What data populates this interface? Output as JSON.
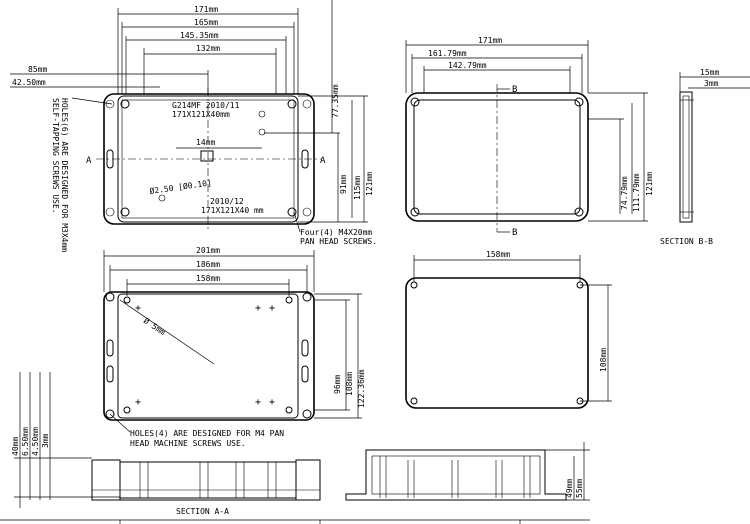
{
  "top_left_view": {
    "dims": {
      "w171": "171mm",
      "w165": "165mm",
      "w145": "145.35mm",
      "w132": "132mm",
      "w85": "85mm",
      "w42": "42.50mm",
      "h77": "77.35mm",
      "h91": "91mm",
      "h115": "115mm",
      "h121": "121mm",
      "w14": "14mm",
      "dia": "Ø2.50 [Ø0.10]"
    },
    "label_top": "G214MF 2010/11",
    "label_top2": "171X121X40mm",
    "label_bottom": "2010/12",
    "label_bottom2": "171X121X40 mm",
    "section_marker": "A",
    "note_holes": "HOLES(6) ARE DESIGNED FOR M3X4mm",
    "note_holes2": "SELF-TAPPING SCREWS USE.",
    "note_screws": "Four(4) M4X20mm",
    "note_screws2": "PAN HEAD SCREWS."
  },
  "top_right_view": {
    "dims": {
      "w171": "171mm",
      "w161": "161.79mm",
      "w142": "142.79mm",
      "h74": "74.79mm",
      "h111": "111.79mm",
      "h121": "121mm"
    },
    "section_marker": "B"
  },
  "section_bb": {
    "dims": {
      "w15": "15mm",
      "w3": "3mm"
    },
    "title": "SECTION B-B"
  },
  "mid_left_view": {
    "dims": {
      "w201": "201mm",
      "w186": "186mm",
      "w158": "158mm",
      "dia5": "Ø 5mm",
      "h96": "96mm",
      "h108": "108mm",
      "h122": "122.36mm"
    },
    "note_holes": "HOLES(4) ARE DESIGNED FOR M4 PAN",
    "note_holes2": "HEAD MACHINE SCREWS USE."
  },
  "mid_right_view": {
    "dims": {
      "w158": "158mm",
      "h108": "108mm"
    }
  },
  "section_aa": {
    "dims": {
      "h40": "40mm",
      "h6": "6.50mm",
      "h4": "4.50mm",
      "h3": "3mm"
    },
    "title": "SECTION A-A"
  },
  "bottom_right_section": {
    "dims": {
      "h49": "49mm",
      "h55": "55mm"
    }
  }
}
